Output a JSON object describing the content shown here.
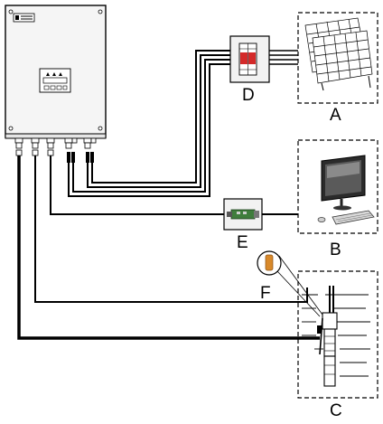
{
  "labels": {
    "solar_panels": "A",
    "computer": "B",
    "pump_well": "C",
    "breaker": "D",
    "converter": "E",
    "float_sensor": "F"
  },
  "inverter": {
    "brand": "",
    "display_buttons": "",
    "status_indicators": ""
  },
  "colors": {
    "line": "#000000",
    "box": "#f2f2f2",
    "breaker_red": "#d42a2a",
    "converter_green": "#3f7d3c",
    "float_orange": "#d8892a"
  }
}
